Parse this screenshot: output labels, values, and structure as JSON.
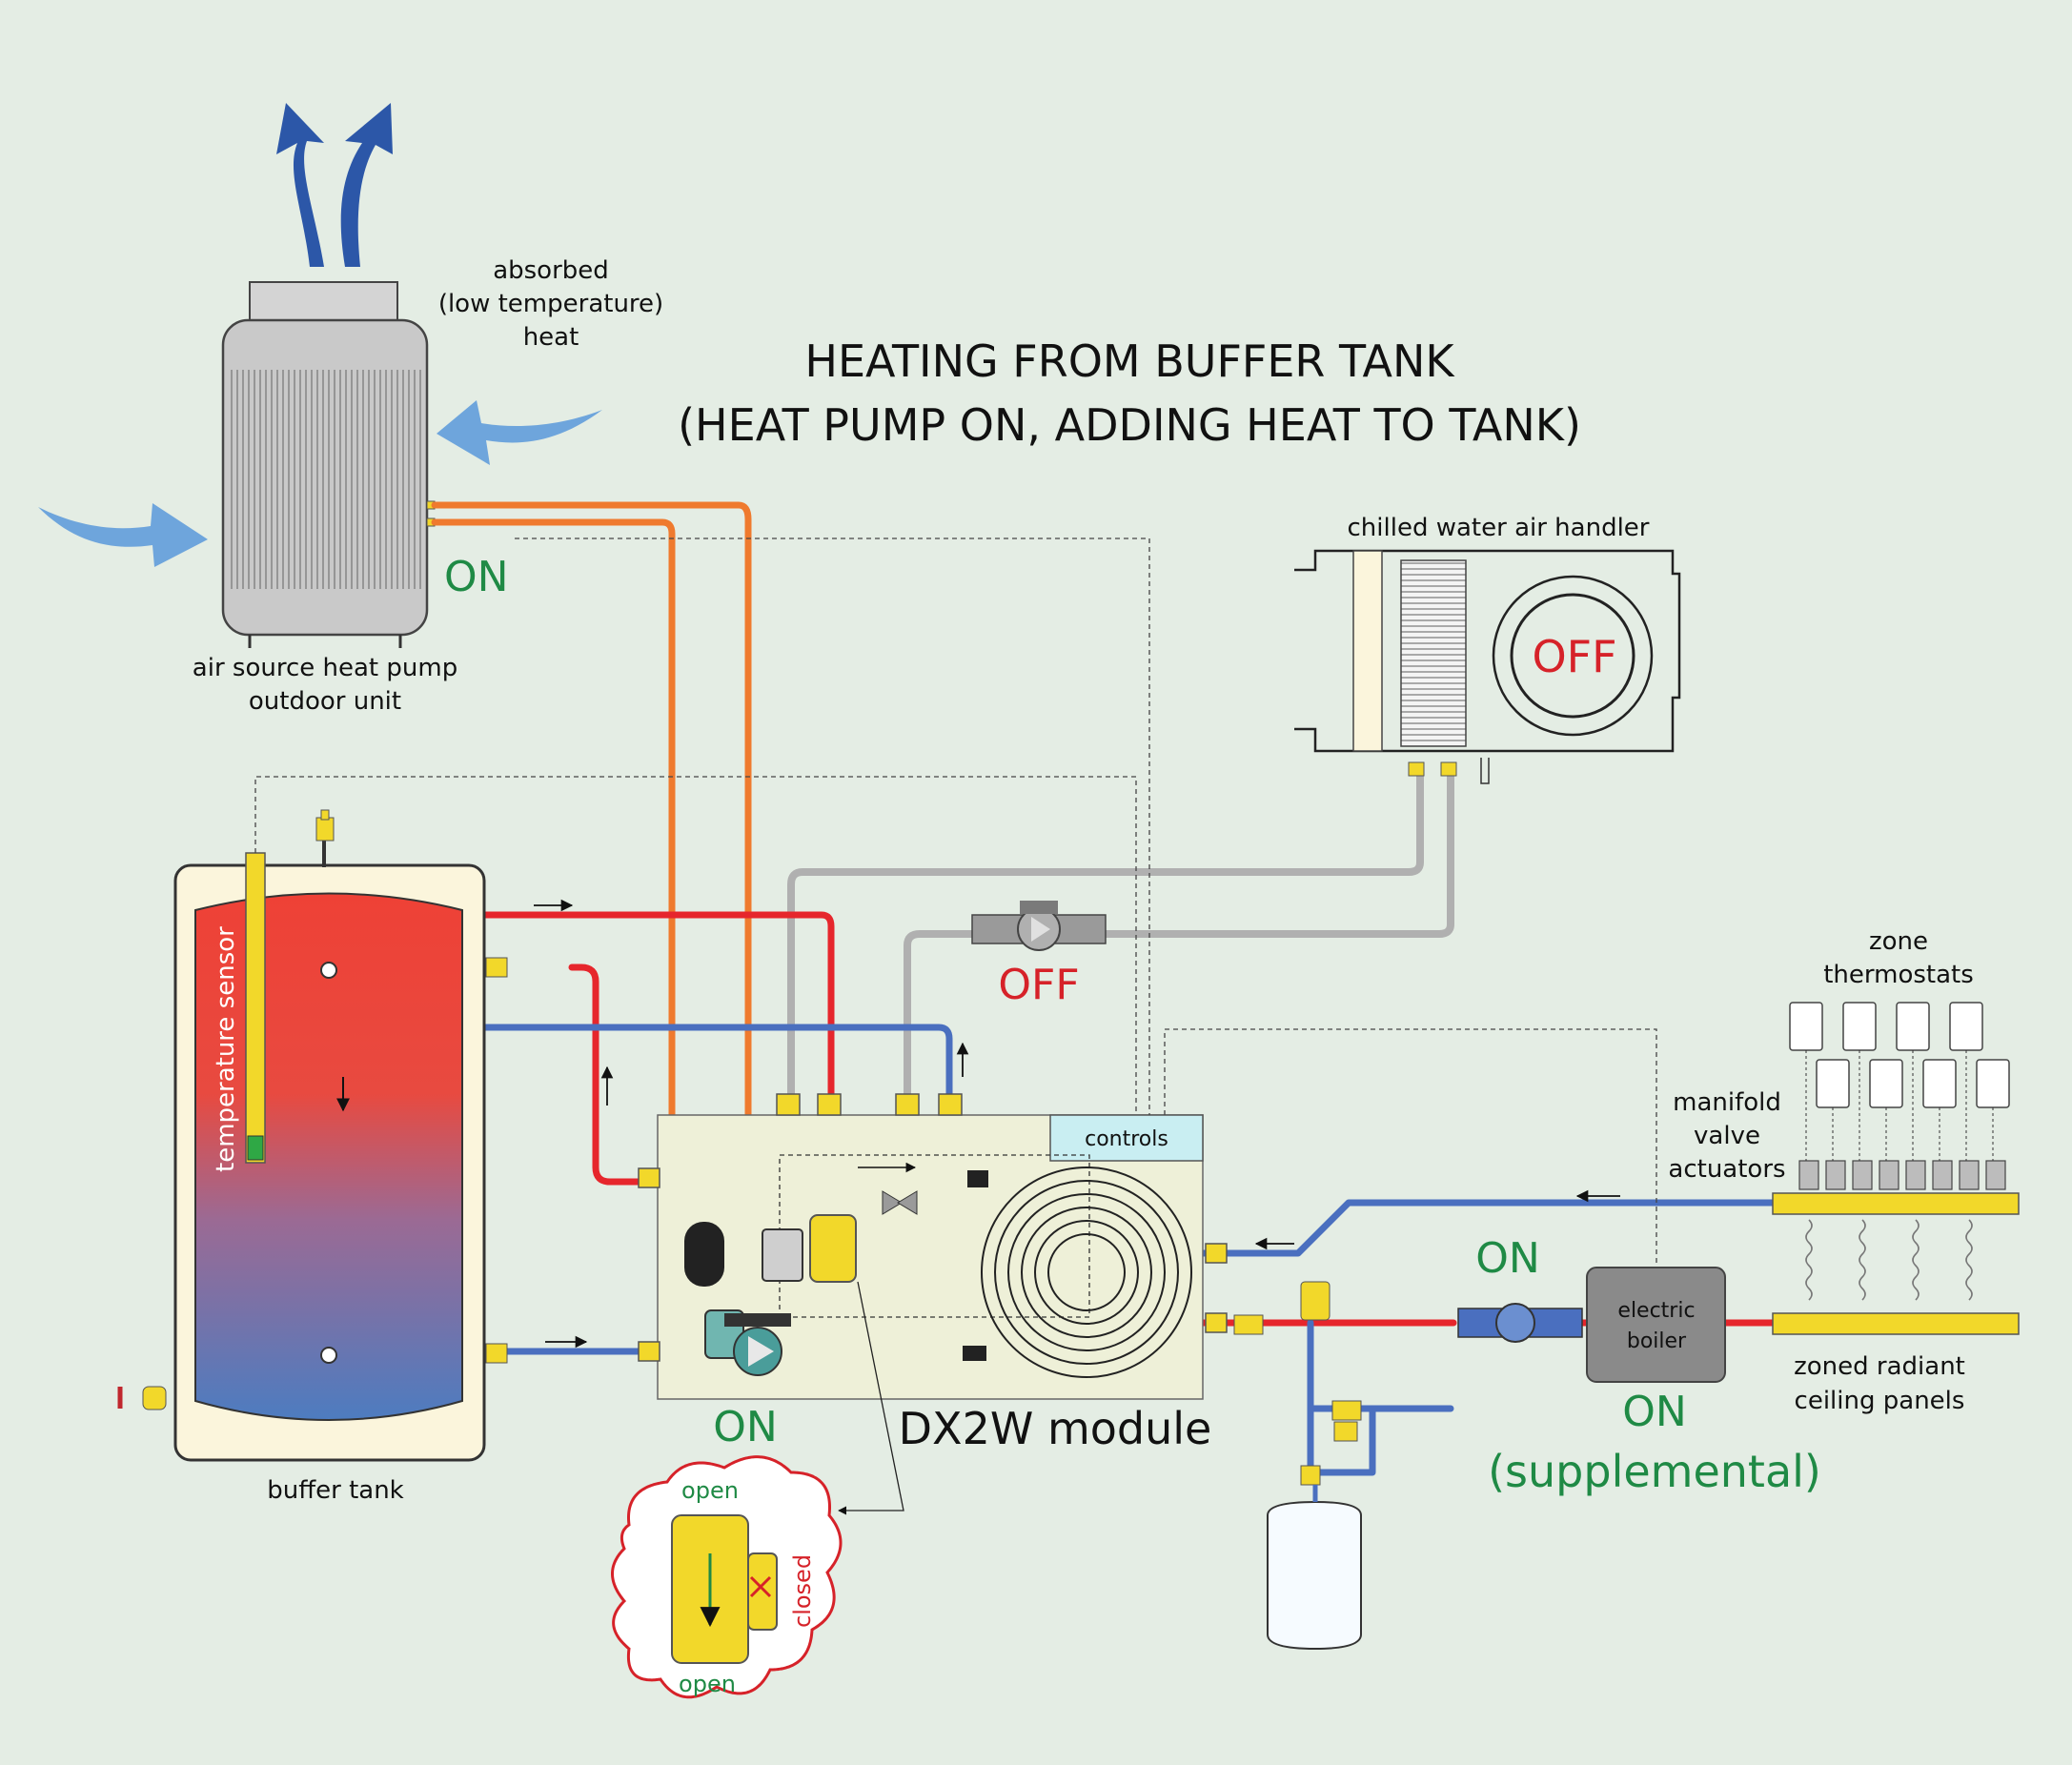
{
  "title": {
    "line1": "HEATING FROM BUFFER TANK",
    "line2": "(HEAT PUMP ON, ADDING HEAT TO TANK)"
  },
  "heat_pump": {
    "absorbed_label": [
      "absorbed",
      "(low temperature)",
      "heat"
    ],
    "unit_label": [
      "air source heat pump",
      "outdoor unit"
    ],
    "status": "ON"
  },
  "air_handler": {
    "label": "chilled water air handler",
    "status": "OFF"
  },
  "chiller_pump": {
    "status": "OFF"
  },
  "buffer_tank": {
    "label": "buffer tank",
    "sensor_label": "temperature sensor"
  },
  "module": {
    "label": "DX2W module",
    "controls_label": "controls",
    "pump_status": "ON"
  },
  "diverter_valve_detail": {
    "top_label": "open",
    "bottom_label": "open",
    "side_label": "closed"
  },
  "zones": {
    "thermostats_label": [
      "zone",
      "thermostats"
    ],
    "actuators_label": [
      "manifold",
      "valve",
      "actuators"
    ],
    "panels_label": [
      "zoned radiant",
      "ceiling panels"
    ],
    "boiler_pump_status": "ON"
  },
  "boiler": {
    "label": [
      "electric",
      "boiler"
    ],
    "status": "ON",
    "status_note": "(supplemental)"
  },
  "colors": {
    "background": "#e4ede4",
    "hot_pipe": "#e6262c",
    "cold_pipe": "#4a6fbf",
    "refrigerant_pipe": "#ef7a2e",
    "chilled_pipe": "#b0b0b0",
    "status_on": "#1f8a45",
    "status_off": "#d62229",
    "fitting": "#f2d82a",
    "module_fill": "#eef0d8"
  }
}
